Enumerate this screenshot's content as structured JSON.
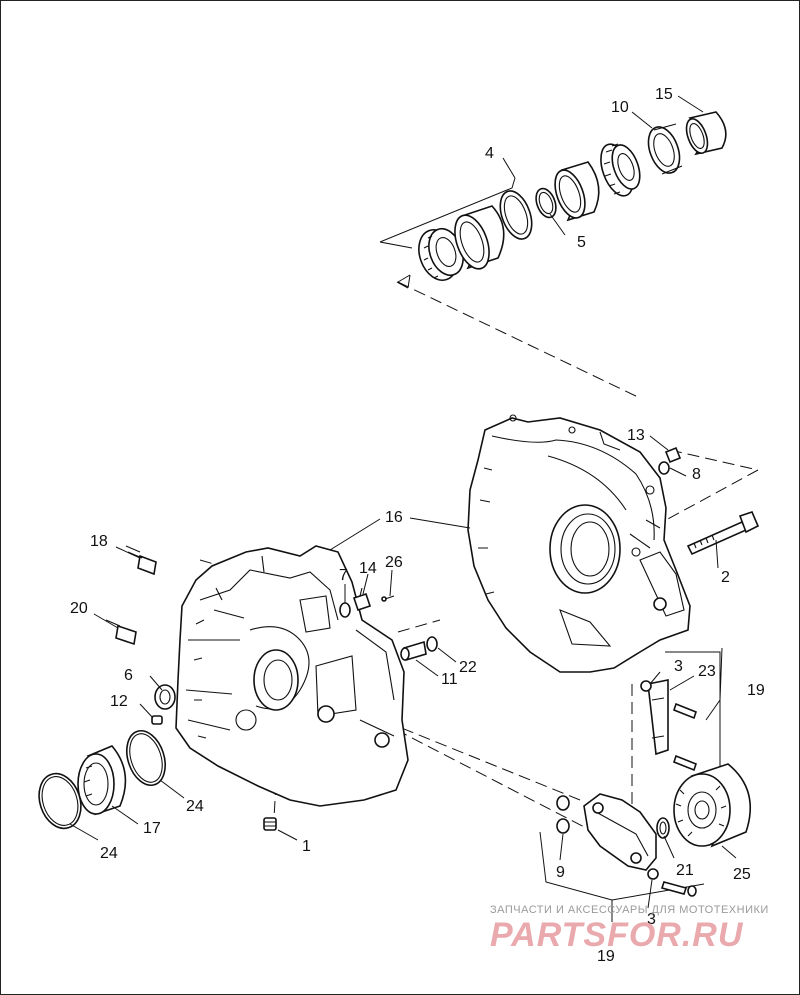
{
  "labels": [
    {
      "id": "label-1",
      "text": "1"
    },
    {
      "id": "label-2",
      "text": "2"
    },
    {
      "id": "label-3a",
      "text": "3"
    },
    {
      "id": "label-3b",
      "text": "3"
    },
    {
      "id": "label-4",
      "text": "4"
    },
    {
      "id": "label-5",
      "text": "5"
    },
    {
      "id": "label-6",
      "text": "6"
    },
    {
      "id": "label-7",
      "text": "7"
    },
    {
      "id": "label-8",
      "text": "8"
    },
    {
      "id": "label-9",
      "text": "9"
    },
    {
      "id": "label-10",
      "text": "10"
    },
    {
      "id": "label-11",
      "text": "11"
    },
    {
      "id": "label-12",
      "text": "12"
    },
    {
      "id": "label-13",
      "text": "13"
    },
    {
      "id": "label-14",
      "text": "14"
    },
    {
      "id": "label-15",
      "text": "15"
    },
    {
      "id": "label-16",
      "text": "16"
    },
    {
      "id": "label-17",
      "text": "17"
    },
    {
      "id": "label-18",
      "text": "18"
    },
    {
      "id": "label-19a",
      "text": "19"
    },
    {
      "id": "label-19b",
      "text": "19"
    },
    {
      "id": "label-20",
      "text": "20"
    },
    {
      "id": "label-21",
      "text": "21"
    },
    {
      "id": "label-22",
      "text": "22"
    },
    {
      "id": "label-23",
      "text": "23"
    },
    {
      "id": "label-24a",
      "text": "24"
    },
    {
      "id": "label-24b",
      "text": "24"
    },
    {
      "id": "label-25",
      "text": "25"
    },
    {
      "id": "label-26",
      "text": "26"
    }
  ],
  "watermark": {
    "tagline": "ЗАПЧАСТИ И АКСЕССУАРЫ ДЛЯ МОТОТЕХНИКИ",
    "brand": "PARTSFOR.RU",
    "brand_color": "#e9a9ad"
  }
}
